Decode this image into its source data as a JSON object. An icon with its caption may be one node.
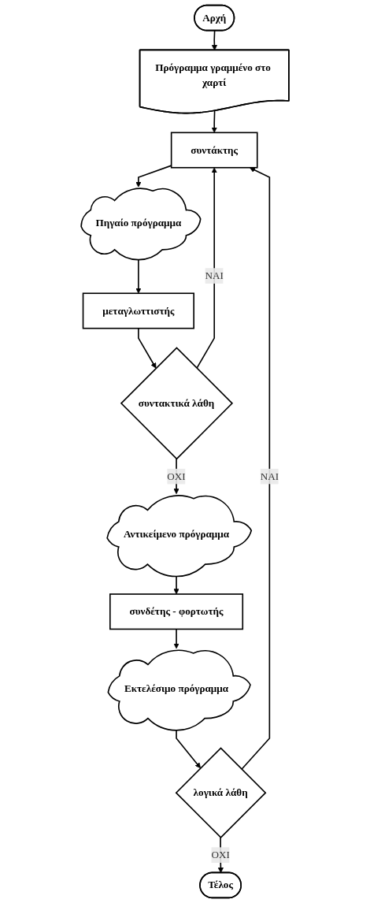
{
  "diagram": {
    "nodes": [
      {
        "text": [
          "Αρχή"
        ]
      },
      {
        "text": [
          "Πρόγραμμα γραμμένο στο χαρτί"
        ]
      },
      {
        "text": [
          "συντάκτης"
        ]
      },
      {
        "text": [
          "Πηγαίο πρόγραμμα"
        ]
      },
      {
        "text": [
          "μεταγλωττιστής"
        ]
      },
      {
        "text": [
          "συντακτικά λάθη"
        ]
      },
      {
        "text": [
          "Αντικείμενο πρόγραμμα"
        ]
      },
      {
        "text": [
          "συνδέτης - φορτωτής"
        ]
      },
      {
        "text": [
          "Εκτελέσιμο πρόγραμμα"
        ]
      },
      {
        "text": [
          "λογικά λάθη"
        ]
      },
      {
        "text": [
          "Τέλος"
        ]
      }
    ],
    "edges": [
      {
        "from": 0,
        "to": 1,
        "arrow": "to"
      },
      {
        "from": 1,
        "to": 2,
        "arrow": "to"
      },
      {
        "from": 2,
        "to": 3,
        "arrow": "to"
      },
      {
        "from": 3,
        "to": 4,
        "arrow": "to"
      },
      {
        "from": 4,
        "to": 5,
        "arrow": "to"
      },
      {
        "from": 5,
        "to": 2,
        "arrow": "to",
        "label": "ΝΑΙ"
      },
      {
        "from": 5,
        "to": 6,
        "arrow": "to",
        "label": "ΟΧΙ"
      },
      {
        "from": 6,
        "to": 7,
        "arrow": "to"
      },
      {
        "from": 7,
        "to": 8,
        "arrow": "to"
      },
      {
        "from": 8,
        "to": 9,
        "arrow": "to"
      },
      {
        "from": 9,
        "to": 2,
        "arrow": "to",
        "label": "ΝΑΙ"
      },
      {
        "from": 9,
        "to": 10,
        "arrow": "to",
        "label": "ΟΧΙ"
      }
    ]
  }
}
